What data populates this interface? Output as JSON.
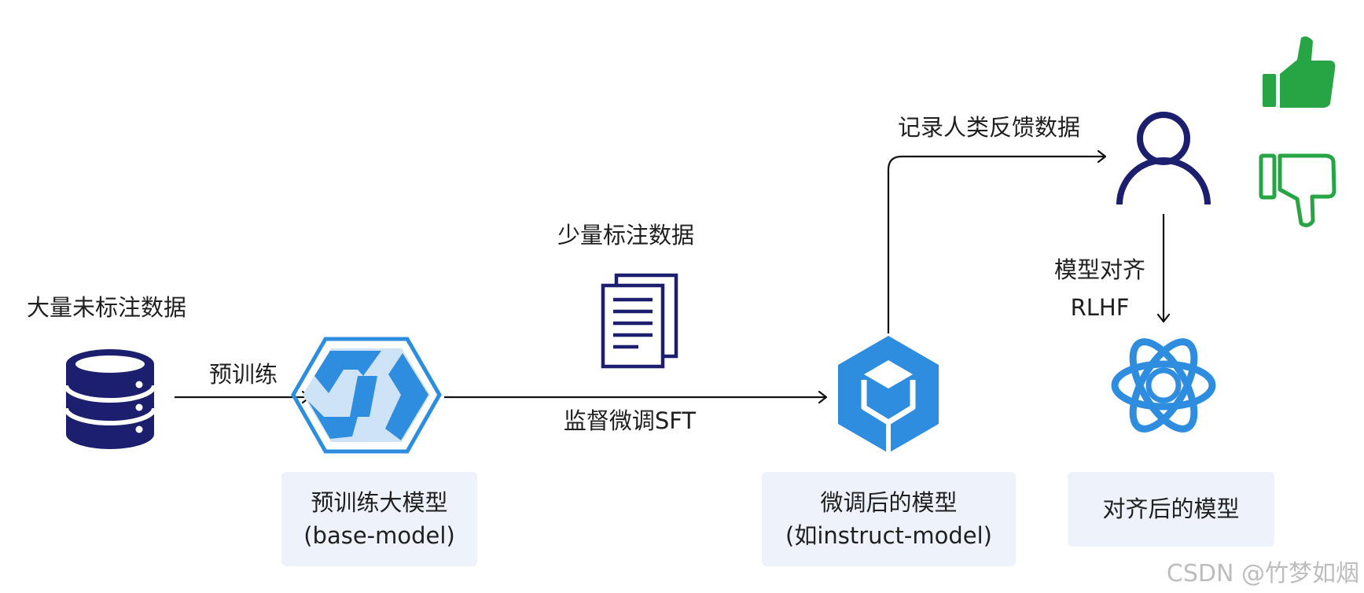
{
  "nodes": {
    "raw_data_label": "大量未标注数据",
    "pretrain_edge_label": "预训练",
    "base_model_title": "预训练大模型",
    "base_model_subtitle": "(base-model)",
    "labeled_data_label": "少量标注数据",
    "sft_edge_label": "监督微调SFT",
    "finetuned_title": "微调后的模型",
    "finetuned_subtitle": "(如instruct-model)",
    "feedback_edge_label": "记录人类反馈数据",
    "rlhf_label_line1": "模型对齐",
    "rlhf_label_line2": "RLHF",
    "aligned_title": "对齐后的模型"
  },
  "watermark": "CSDN @竹梦如烟",
  "colors": {
    "navy": "#1b1f6e",
    "blue": "#2f8de0",
    "light_blue": "#cfe3f7",
    "green": "#27a545",
    "box_bg": "#eef3fb",
    "arrow": "#111111"
  },
  "icons": [
    "database-icon",
    "hexagon-model-icon",
    "document-stack-icon",
    "cube-icon",
    "person-icon",
    "thumbs-up-icon",
    "thumbs-down-icon",
    "openai-knot-icon"
  ]
}
